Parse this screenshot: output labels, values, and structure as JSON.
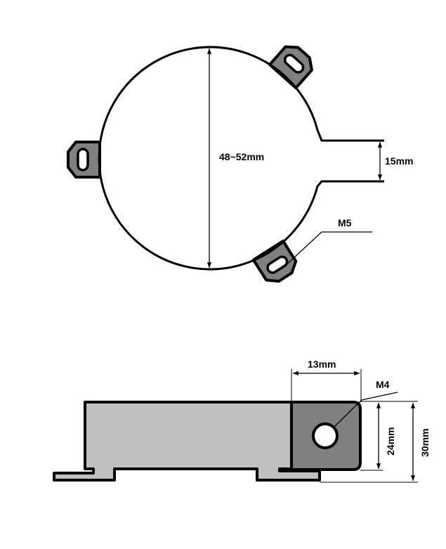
{
  "top_view": {
    "diameter_label": "48~52mm",
    "gap_label": "15mm",
    "screw_label": "M5"
  },
  "side_view": {
    "terminal_width_label": "13mm",
    "screw_label": "M4",
    "terminal_height_label": "24mm",
    "total_height_label": "30mm"
  },
  "colors": {
    "body": "#c0c0c0",
    "terminal": "#808080",
    "tab": "#808080",
    "outline": "#000000"
  }
}
